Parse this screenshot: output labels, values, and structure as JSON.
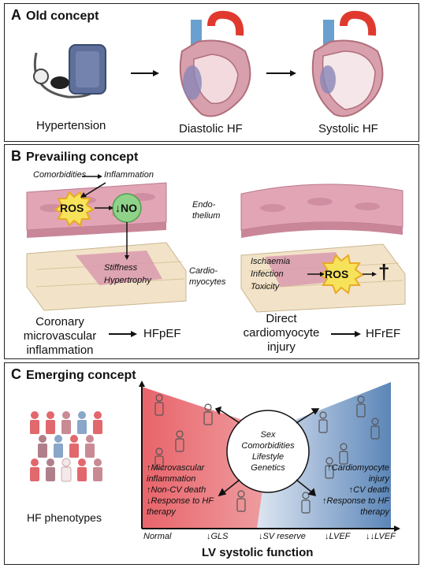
{
  "panel_a": {
    "letter": "A",
    "title": "Old concept",
    "stages": [
      "Hypertension",
      "Diastolic HF",
      "Systolic HF"
    ]
  },
  "panel_b": {
    "letter": "B",
    "title": "Prevailing concept",
    "comorbidities": "Comorbidities",
    "inflammation": "Inflammation",
    "ros": "ROS",
    "no": "↓NO",
    "stiffness": "Stiffness",
    "hypertrophy": "Hypertrophy",
    "endothelium": [
      "Endo-",
      "thelium"
    ],
    "cardiomyocytes": [
      "Cardio-",
      "myocytes"
    ],
    "left_cause": [
      "Coronary",
      "microvascular",
      "inflammation"
    ],
    "left_result": "HFpEF",
    "right_causes": [
      "Ischaemia",
      "Infection",
      "Toxicity"
    ],
    "right_ros": "ROS",
    "death_symbol": "†",
    "right_cause": [
      "Direct",
      "cardiomyocyte",
      "injury"
    ],
    "right_result": "HFrEF"
  },
  "panel_c": {
    "letter": "C",
    "title": "Emerging concept",
    "phenotypes_label": "HF phenotypes",
    "center_factors": [
      "Sex",
      "Comorbidities",
      "Lifestyle",
      "Genetics"
    ],
    "left_effects": [
      "↑Microvascular",
      "inflammation",
      "↑Non-CV death",
      "↓Response to HF",
      "therapy"
    ],
    "right_effects": [
      "↑Cardiomyocyte",
      "injury",
      "↑CV death",
      "↑Response to HF",
      "therapy"
    ],
    "axis_ticks": [
      "Normal",
      "↓GLS",
      "↓SV reserve",
      "↓LVEF",
      "↓↓LVEF"
    ],
    "axis_title": "LV systolic function",
    "colors": {
      "red": "#e8646a",
      "blue": "#5b86b8"
    }
  }
}
